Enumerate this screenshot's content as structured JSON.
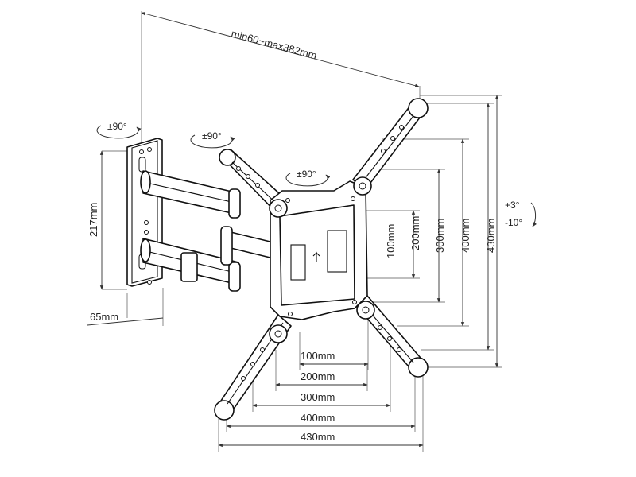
{
  "diagram": {
    "dimensions": {
      "arm_extension": "min60~max382mm",
      "wall_plate_height": "217mm",
      "wall_depth": "65mm",
      "vesa_h_100": "100mm",
      "vesa_h_200": "200mm",
      "vesa_h_300": "300mm",
      "vesa_h_400": "400mm",
      "vesa_h_430": "430mm",
      "vesa_v_100": "100mm",
      "vesa_v_200": "200mm",
      "vesa_v_300": "300mm",
      "vesa_v_400": "400mm",
      "vesa_v_430": "430mm"
    },
    "rotations": {
      "wall_plate": "±90°",
      "arm": "±90°",
      "plate": "±90°",
      "tilt_up": "+3°",
      "tilt_down": "-10°"
    },
    "colors": {
      "line": "#111111",
      "dimension": "#333333",
      "background": "#ffffff"
    }
  }
}
